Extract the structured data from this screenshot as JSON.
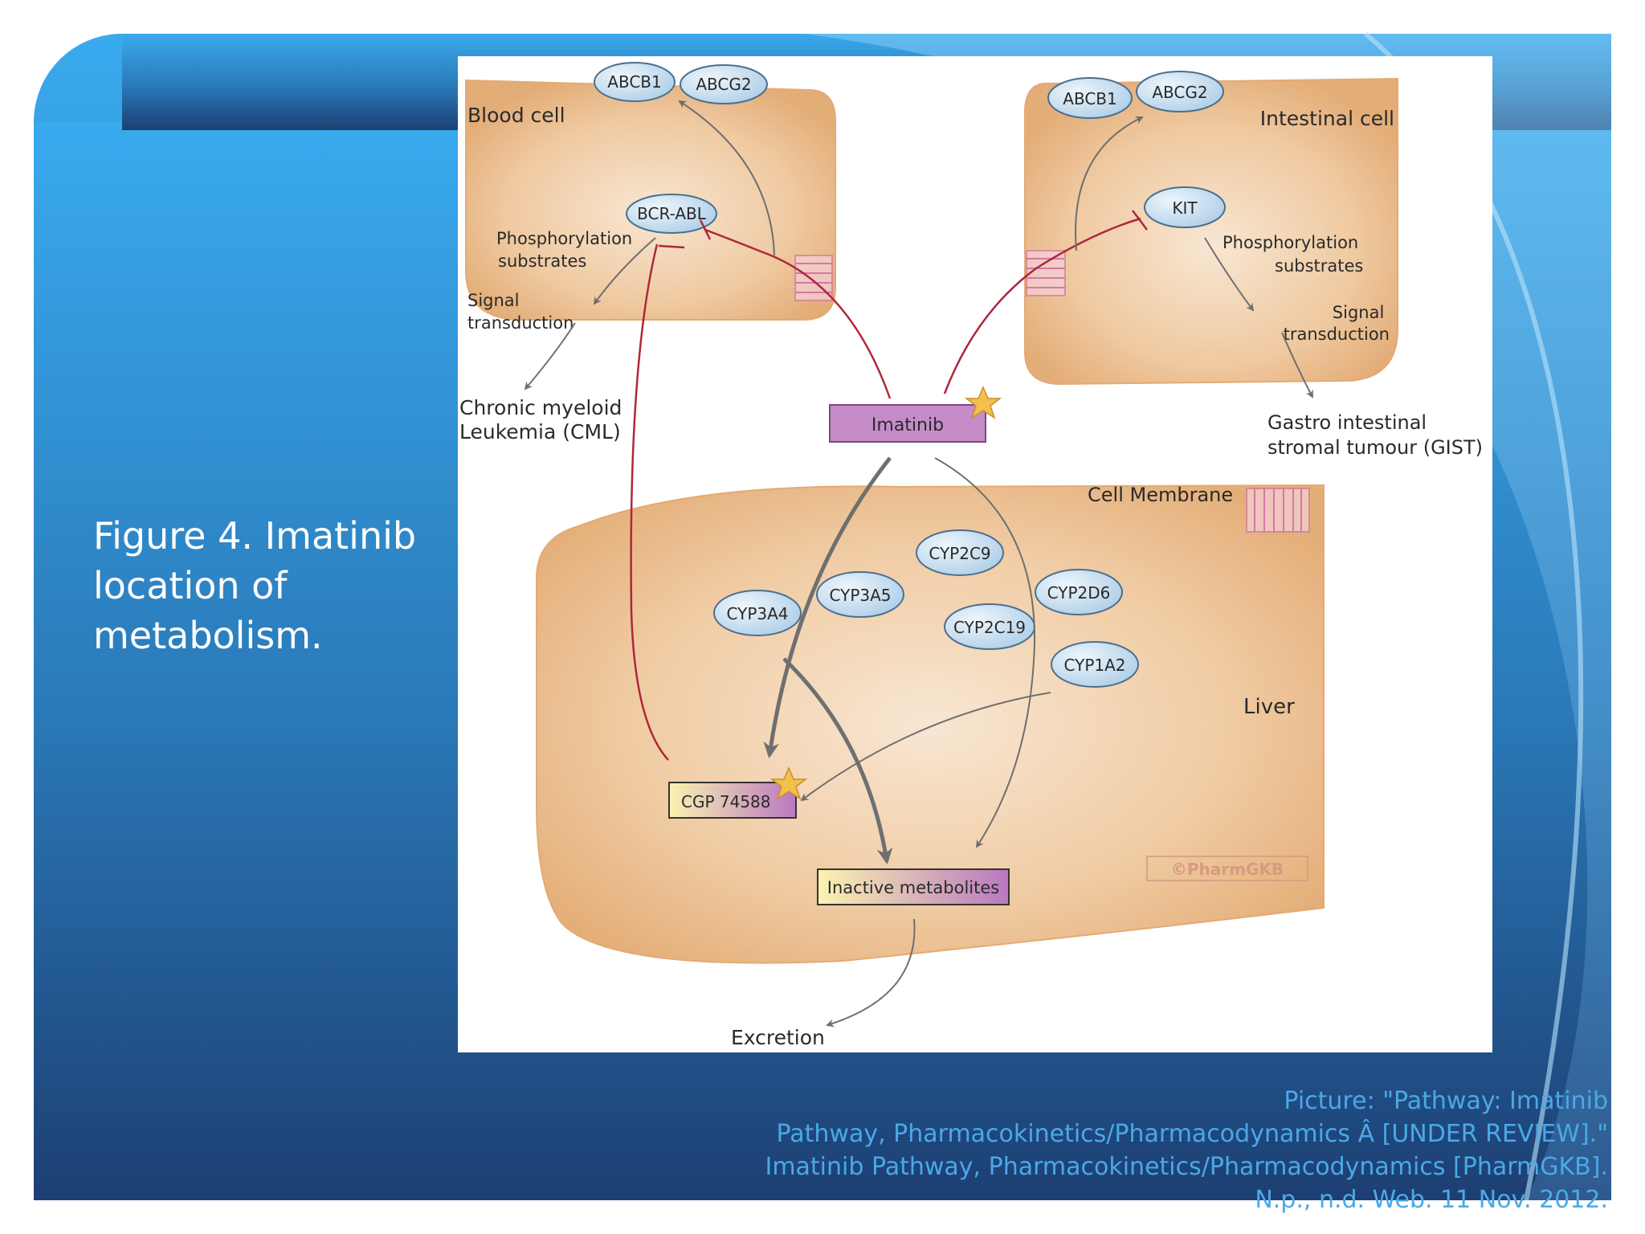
{
  "slide": {
    "caption_lines": [
      "Figure 4. Imatinib",
      "location of",
      "metabolism."
    ],
    "citation_lines": [
      "Picture: \"Pathway: Imatinib",
      "Pathway, Pharmacokinetics/Pharmacodynamics Â  [UNDER REVIEW].\"",
      "Imatinib Pathway, Pharmacokinetics/Pharmacodynamics [PharmGKB].",
      "N.p., n.d. Web. 11 Nov. 2012."
    ]
  },
  "figure": {
    "blood_cell": {
      "title": "Blood cell",
      "transporters": [
        "ABCB1",
        "ABCG2"
      ],
      "target": "BCR-ABL",
      "phospho": [
        "Phosphorylation",
        "substrates"
      ],
      "signal": [
        "Signal",
        "transduction"
      ],
      "disease": [
        "Chronic myeloid",
        "Leukemia (CML)"
      ]
    },
    "intestinal_cell": {
      "title": "Intestinal cell",
      "transporters": [
        "ABCB1",
        "ABCG2"
      ],
      "target": "KIT",
      "phospho": [
        "Phosphorylation",
        "substrates"
      ],
      "signal": [
        "Signal",
        "transduction"
      ],
      "disease": [
        "Gastro intestinal",
        "stromal tumour (GIST)"
      ]
    },
    "drug": "Imatinib",
    "liver": {
      "membrane_label": "Cell Membrane",
      "title": "Liver",
      "enzymes": [
        "CYP3A4",
        "CYP3A5",
        "CYP2C9",
        "CYP2C19",
        "CYP2D6",
        "CYP1A2"
      ],
      "active_metabolite": "CGP 74588",
      "inactive": "Inactive metabolites",
      "watermark": "©PharmGKB"
    },
    "excretion": "Excretion",
    "colors": {
      "cell_fill": "#e8b886",
      "cell_core": "#f8e6d2",
      "enzyme_fill": "#bcd8ec",
      "drug_box": "#c58cc8",
      "inhibition": "#b0263c",
      "arrow": "#6f6f6f"
    }
  }
}
